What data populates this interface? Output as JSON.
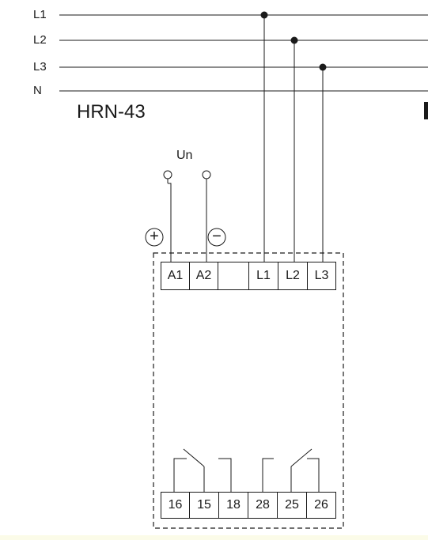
{
  "supply_lines": [
    {
      "label": "L1"
    },
    {
      "label": "L2"
    },
    {
      "label": "L3"
    },
    {
      "label": "N"
    }
  ],
  "device": {
    "title": "HRN-43",
    "supply_label": "Un",
    "plus_symbol": "+",
    "minus_symbol": "−"
  },
  "top_terminals": [
    "A1",
    "A2",
    "",
    "L1",
    "L2",
    "L3"
  ],
  "bottom_terminals": [
    "16",
    "15",
    "18",
    "28",
    "25",
    "26"
  ],
  "colors": {
    "line": "#1a1a1a",
    "background": "#ffffff"
  }
}
